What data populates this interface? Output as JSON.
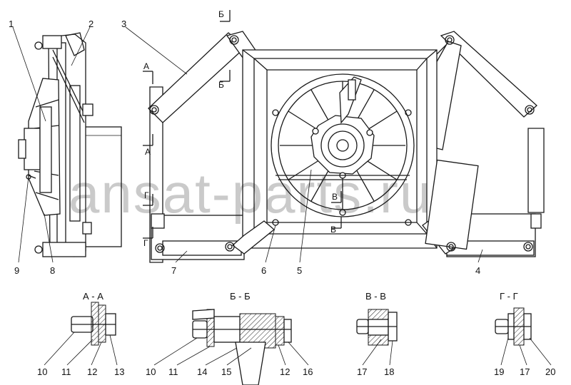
{
  "watermark": "ansat-parts.ru",
  "callouts": {
    "c1": "1",
    "c2": "2",
    "c3": "3",
    "c4": "4",
    "c5": "5",
    "c6": "6",
    "c7": "7",
    "c8": "8",
    "c9": "9"
  },
  "cut_marks": {
    "a_top": "А",
    "a_bottom": "А",
    "b_top": "Б",
    "b_bottom": "Б",
    "v_top": "В",
    "v_bottom": "В",
    "g_top": "Г",
    "g_bottom": "Г"
  },
  "sections": {
    "aa": {
      "title": "А - А",
      "labels": [
        "10",
        "11",
        "12",
        "13"
      ]
    },
    "bb": {
      "title": "Б - Б",
      "labels": [
        "10",
        "11",
        "14",
        "15",
        "12",
        "16"
      ]
    },
    "vv": {
      "title": "В - В",
      "labels": [
        "17",
        "18"
      ]
    },
    "gg": {
      "title": "Г - Г",
      "labels": [
        "19",
        "17",
        "20"
      ]
    }
  }
}
